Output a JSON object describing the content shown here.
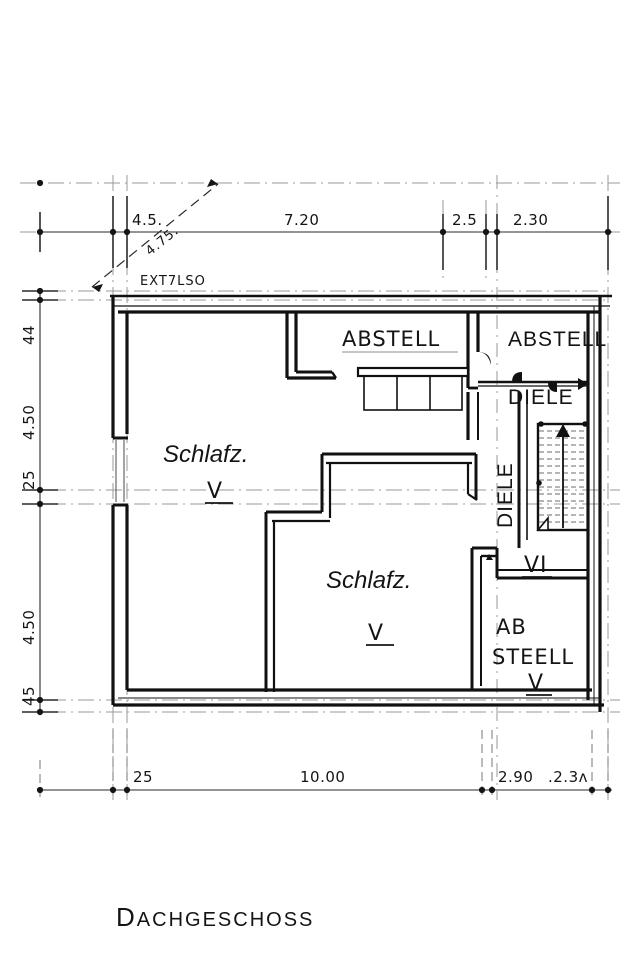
{
  "drawing": {
    "title": "Dachgeschoss",
    "sheet_type": "architectural-floor-plan",
    "ink_color": "#141414",
    "paper_color": "#ffffff"
  },
  "dimensions": {
    "top": [
      {
        "label": "4.5.",
        "value": "4.5."
      },
      {
        "label": "7.20",
        "value": "7.20"
      },
      {
        "label": "2.5",
        "value": "2.5"
      },
      {
        "label": "2.30",
        "value": "2.30"
      }
    ],
    "left": [
      {
        "label": "44",
        "value": "44"
      },
      {
        "label": "4.50",
        "value": "4.50"
      },
      {
        "label": "25",
        "value": "25"
      },
      {
        "label": "4.50",
        "value": "4.50"
      },
      {
        "label": "45",
        "value": "45"
      }
    ],
    "bottom": [
      {
        "label": "25",
        "value": "25"
      },
      {
        "label": "10.00",
        "value": "10.00"
      },
      {
        "label": "2.90",
        "value": "2.90"
      },
      {
        "label": ".2.3ʌ",
        "value": ".2.3ʌ"
      }
    ],
    "diagonal": {
      "label": "4.75.",
      "note": "EXT7LSO"
    }
  },
  "rooms": [
    {
      "name": "Schlafz.",
      "numeral": "V",
      "style": "hand",
      "id": "schlafzimmer-upper"
    },
    {
      "name": "Schlafz.",
      "numeral": "V",
      "style": "hand",
      "id": "schlafzimmer-lower"
    },
    {
      "name": "ABSTELL",
      "numeral": "",
      "style": "hand",
      "id": "abstell-top-left"
    },
    {
      "name": "ABSTELL",
      "numeral": "",
      "style": "print",
      "id": "abstell-top-right"
    },
    {
      "name": "DIELE",
      "numeral": "",
      "style": "print",
      "id": "diele-upper"
    },
    {
      "name": "DIELE",
      "numeral": "VI",
      "style": "hand",
      "id": "diele-vertical"
    },
    {
      "name": "AB",
      "name2": "STEELL",
      "numeral": "V",
      "style": "hand",
      "id": "abstell-bottom-right"
    }
  ],
  "features": {
    "staircase_label": "staircase",
    "staircase_direction": "up",
    "staircase_treads": 15,
    "closet_unit_label": "closet-shelving",
    "closet_compartments": 3
  }
}
